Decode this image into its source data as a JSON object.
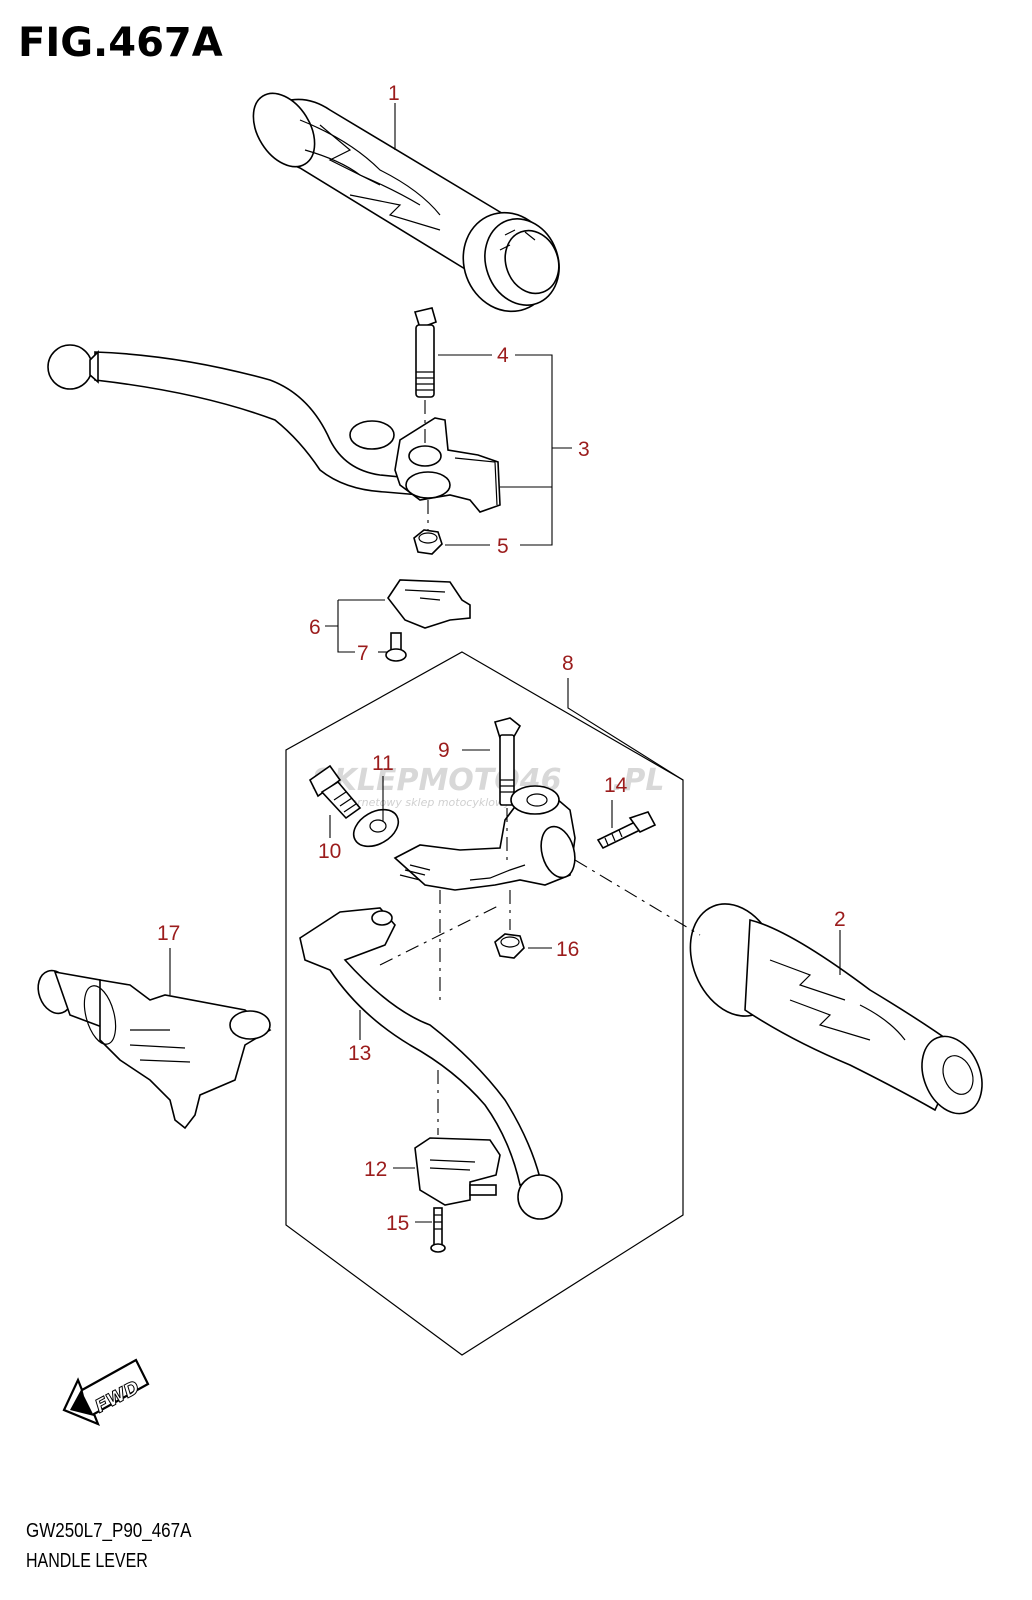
{
  "figure": {
    "title": "FIG.467A",
    "model_code": "GW250L7_P90_467A",
    "name": "HANDLE LEVER"
  },
  "watermark": {
    "text_main": "SKLEPMOTO46",
    "text_suffix": ".PL",
    "subtitle": "internetowy sklep motocyklowy"
  },
  "fwd_label": "FWD",
  "callouts": [
    {
      "id": "1",
      "label": "1"
    },
    {
      "id": "2",
      "label": "2"
    },
    {
      "id": "3",
      "label": "3"
    },
    {
      "id": "4",
      "label": "4"
    },
    {
      "id": "5",
      "label": "5"
    },
    {
      "id": "6",
      "label": "6"
    },
    {
      "id": "7",
      "label": "7"
    },
    {
      "id": "8",
      "label": "8"
    },
    {
      "id": "9",
      "label": "9"
    },
    {
      "id": "10",
      "label": "10"
    },
    {
      "id": "11",
      "label": "11"
    },
    {
      "id": "12",
      "label": "12"
    },
    {
      "id": "13",
      "label": "13"
    },
    {
      "id": "14",
      "label": "14"
    },
    {
      "id": "15",
      "label": "15"
    },
    {
      "id": "16",
      "label": "16"
    },
    {
      "id": "17",
      "label": "17"
    }
  ],
  "colors": {
    "callout": "#9b1c1c",
    "line": "#000000",
    "watermark": "#d8d8d8"
  }
}
